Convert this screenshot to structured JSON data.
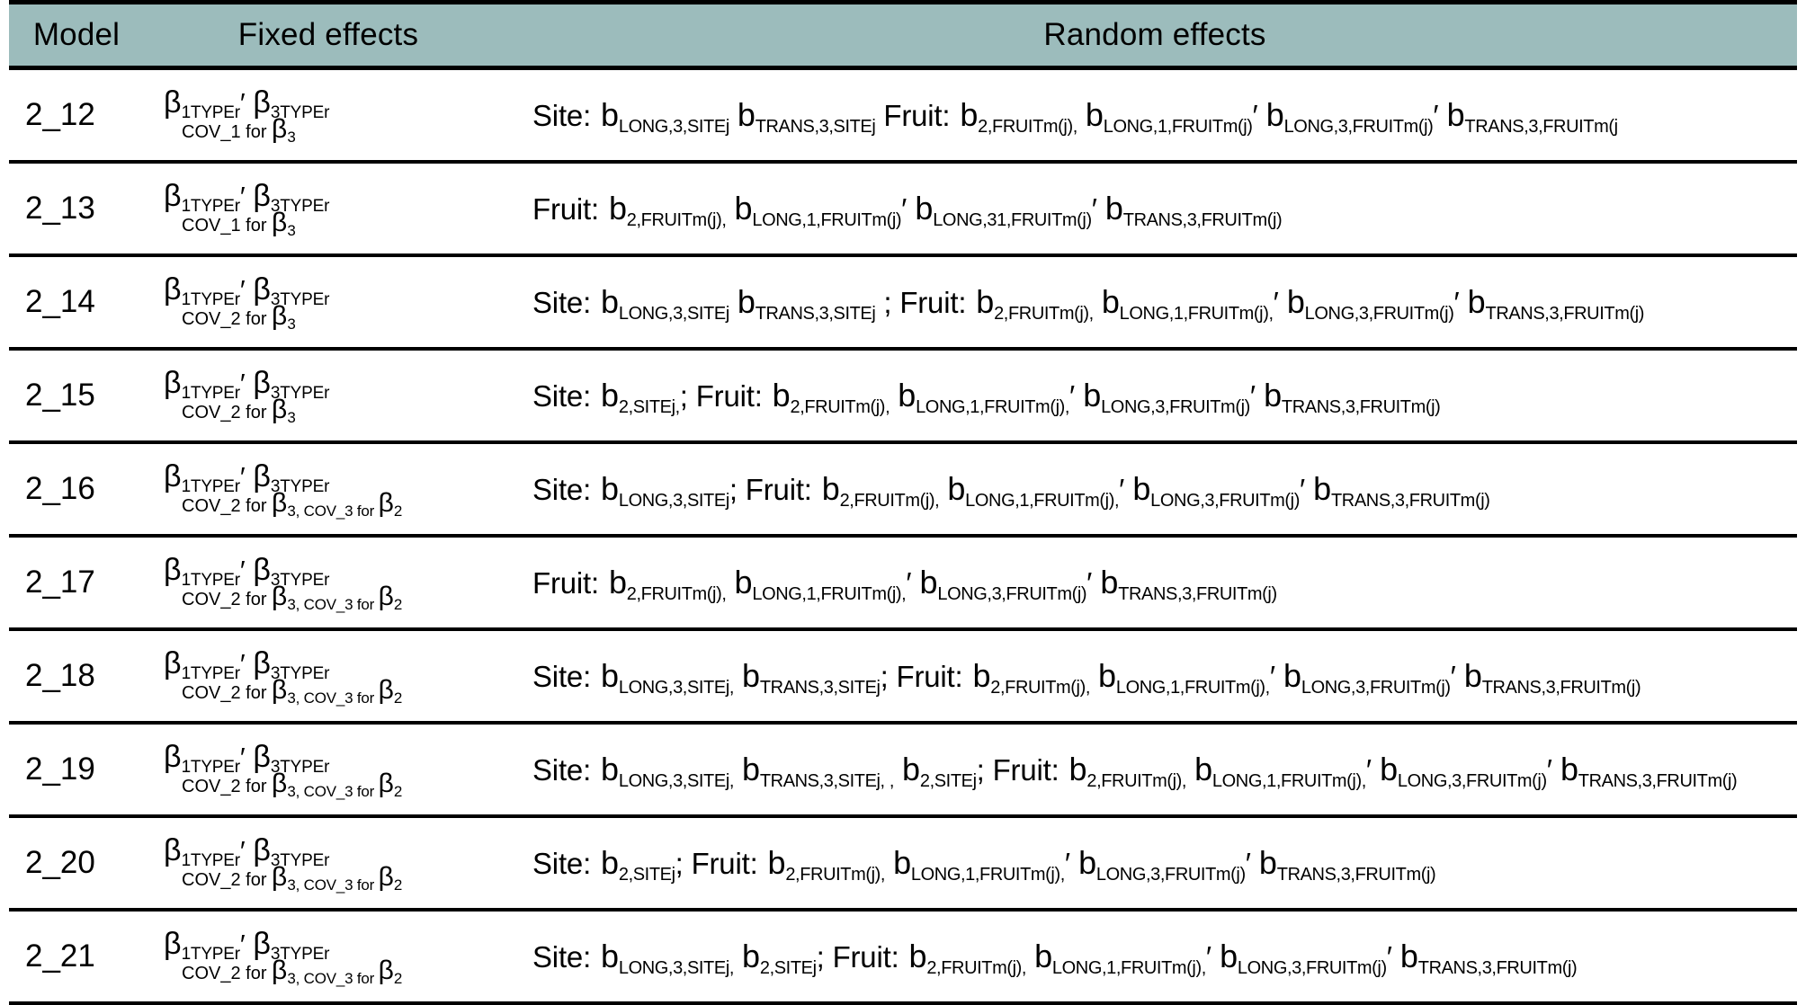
{
  "table": {
    "headers": {
      "model": "Model",
      "fixed": "Fixed effects",
      "random": "Random effects"
    },
    "header_bg": "#9cbcbc",
    "rows": [
      {
        "model": "2_12",
        "fixed_line1_pre": "β",
        "fixed": {
          "line1": [
            "1TYPEr",
            "3TYPEr"
          ],
          "line2_label": "COV_1 for ",
          "line2_subs": [
            "3"
          ]
        },
        "random": {
          "site_label": "Site: ",
          "site_terms": [
            "LONG,3,SITEj",
            "TRANS,3,SITEj"
          ],
          "site_sep_after": " ",
          "fruit_label": "Fruit: ",
          "fruit_terms": [
            "2,FRUITm(j),",
            "LONG,1,FRUITm(j)",
            "LONG,3,FRUITm(j)",
            "TRANS,3,FRUITm(j"
          ]
        }
      },
      {
        "model": "2_13",
        "fixed": {
          "line1": [
            "1TYPEr",
            "3TYPEr"
          ],
          "line2_label": "COV_1 for ",
          "line2_subs": [
            "3"
          ]
        },
        "random": {
          "site_label": "",
          "site_terms": [],
          "fruit_label": "Fruit: ",
          "fruit_terms": [
            "2,FRUITm(j),",
            "LONG,1,FRUITm(j)",
            "LONG,31,FRUITm(j)",
            "TRANS,3,FRUITm(j)"
          ]
        }
      },
      {
        "model": "2_14",
        "fixed": {
          "line1": [
            "1TYPEr",
            "3TYPEr"
          ],
          "line2_label": "COV_2 for ",
          "line2_subs": [
            "3"
          ]
        },
        "random": {
          "site_label": "Site: ",
          "site_terms": [
            "LONG,3,SITEj",
            "TRANS,3,SITEj"
          ],
          "site_sep_after": " ; ",
          "fruit_label": "Fruit: ",
          "fruit_terms": [
            "2,FRUITm(j),",
            "LONG,1,FRUITm(j),",
            "LONG,3,FRUITm(j)",
            "TRANS,3,FRUITm(j)"
          ]
        }
      },
      {
        "model": "2_15",
        "fixed": {
          "line1": [
            "1TYPEr",
            "3TYPEr"
          ],
          "line2_label": "COV_2 for ",
          "line2_subs": [
            "3"
          ]
        },
        "random": {
          "site_label": "Site:  ",
          "site_terms": [
            "2,SITEj,"
          ],
          "site_sep_after": "; ",
          "fruit_label": "Fruit: ",
          "fruit_terms": [
            "2,FRUITm(j),",
            "LONG,1,FRUITm(j),",
            "LONG,3,FRUITm(j)",
            "TRANS,3,FRUITm(j)"
          ]
        }
      },
      {
        "model": "2_16",
        "fixed": {
          "line1": [
            "1TYPEr",
            "3TYPEr"
          ],
          "line2_label": "COV_2 for ",
          "line2_subs": [
            "3, COV_3 for ",
            "2"
          ]
        },
        "random": {
          "site_label": "Site:  ",
          "site_terms": [
            "LONG,3,SITEj"
          ],
          "site_sep_after": "; ",
          "fruit_label": "Fruit: ",
          "fruit_terms": [
            "2,FRUITm(j),",
            "LONG,1,FRUITm(j),",
            "LONG,3,FRUITm(j)",
            "TRANS,3,FRUITm(j)"
          ]
        }
      },
      {
        "model": "2_17",
        "fixed": {
          "line1": [
            "1TYPEr",
            "3TYPEr"
          ],
          "line2_label": "COV_2 for ",
          "line2_subs": [
            "3, COV_3 for ",
            "2"
          ]
        },
        "random": {
          "site_label": "",
          "site_terms": [],
          "fruit_label": "Fruit: ",
          "fruit_terms": [
            "2,FRUITm(j),",
            "LONG,1,FRUITm(j),",
            "LONG,3,FRUITm(j)",
            "TRANS,3,FRUITm(j)"
          ]
        }
      },
      {
        "model": "2_18",
        "fixed": {
          "line1": [
            "1TYPEr",
            "3TYPEr"
          ],
          "line2_label": "COV_2 for ",
          "line2_subs": [
            "3, COV_3 for ",
            "2"
          ]
        },
        "random": {
          "site_label": "Site:  ",
          "site_terms": [
            "LONG,3,SITEj,",
            "TRANS,3,SITEj"
          ],
          "site_sep_after": "; ",
          "fruit_label": "Fruit: ",
          "fruit_terms": [
            "2,FRUITm(j),",
            "LONG,1,FRUITm(j),",
            "LONG,3,FRUITm(j)",
            "TRANS,3,FRUITm(j)"
          ]
        }
      },
      {
        "model": "2_19",
        "fixed": {
          "line1": [
            "1TYPEr",
            "3TYPEr"
          ],
          "line2_label": "COV_2 for ",
          "line2_subs": [
            "3, COV_3 for ",
            "2"
          ]
        },
        "random": {
          "site_label": "Site:  ",
          "site_terms": [
            "LONG,3,SITEj,",
            "TRANS,3,SITEj, ,",
            "2,SITEj"
          ],
          "site_sep_after": "; ",
          "fruit_label": "Fruit: ",
          "fruit_terms": [
            "2,FRUITm(j),",
            "LONG,1,FRUITm(j),",
            "LONG,3,FRUITm(j)",
            "TRANS,3,FRUITm(j)"
          ]
        }
      },
      {
        "model": "2_20",
        "fixed": {
          "line1": [
            "1TYPEr",
            "3TYPEr"
          ],
          "line2_label": "COV_2 for ",
          "line2_subs": [
            "3, COV_3 for ",
            "2"
          ]
        },
        "random": {
          "site_label": "Site: ",
          "site_terms": [
            "2,SITEj"
          ],
          "site_sep_after": "; ",
          "fruit_label": "Fruit: ",
          "fruit_terms": [
            "2,FRUITm(j),",
            "LONG,1,FRUITm(j),",
            "LONG,3,FRUITm(j)",
            "TRANS,3,FRUITm(j)"
          ]
        }
      },
      {
        "model": "2_21",
        "fixed": {
          "line1": [
            "1TYPEr",
            "3TYPEr"
          ],
          "line2_label": "COV_2 for ",
          "line2_subs": [
            "3, COV_3 for ",
            "2"
          ]
        },
        "random": {
          "site_label": "Site:  ",
          "site_terms": [
            "LONG,3,SITEj,",
            "2,SITEj"
          ],
          "site_sep_after": "; ",
          "fruit_label": "Fruit: ",
          "fruit_terms": [
            "2,FRUITm(j),",
            "LONG,1,FRUITm(j),",
            "LONG,3,FRUITm(j)",
            "TRANS,3,FRUITm(j)"
          ]
        }
      }
    ],
    "symbols": {
      "beta": "β",
      "b": "b",
      "comma_sep": "′"
    }
  }
}
